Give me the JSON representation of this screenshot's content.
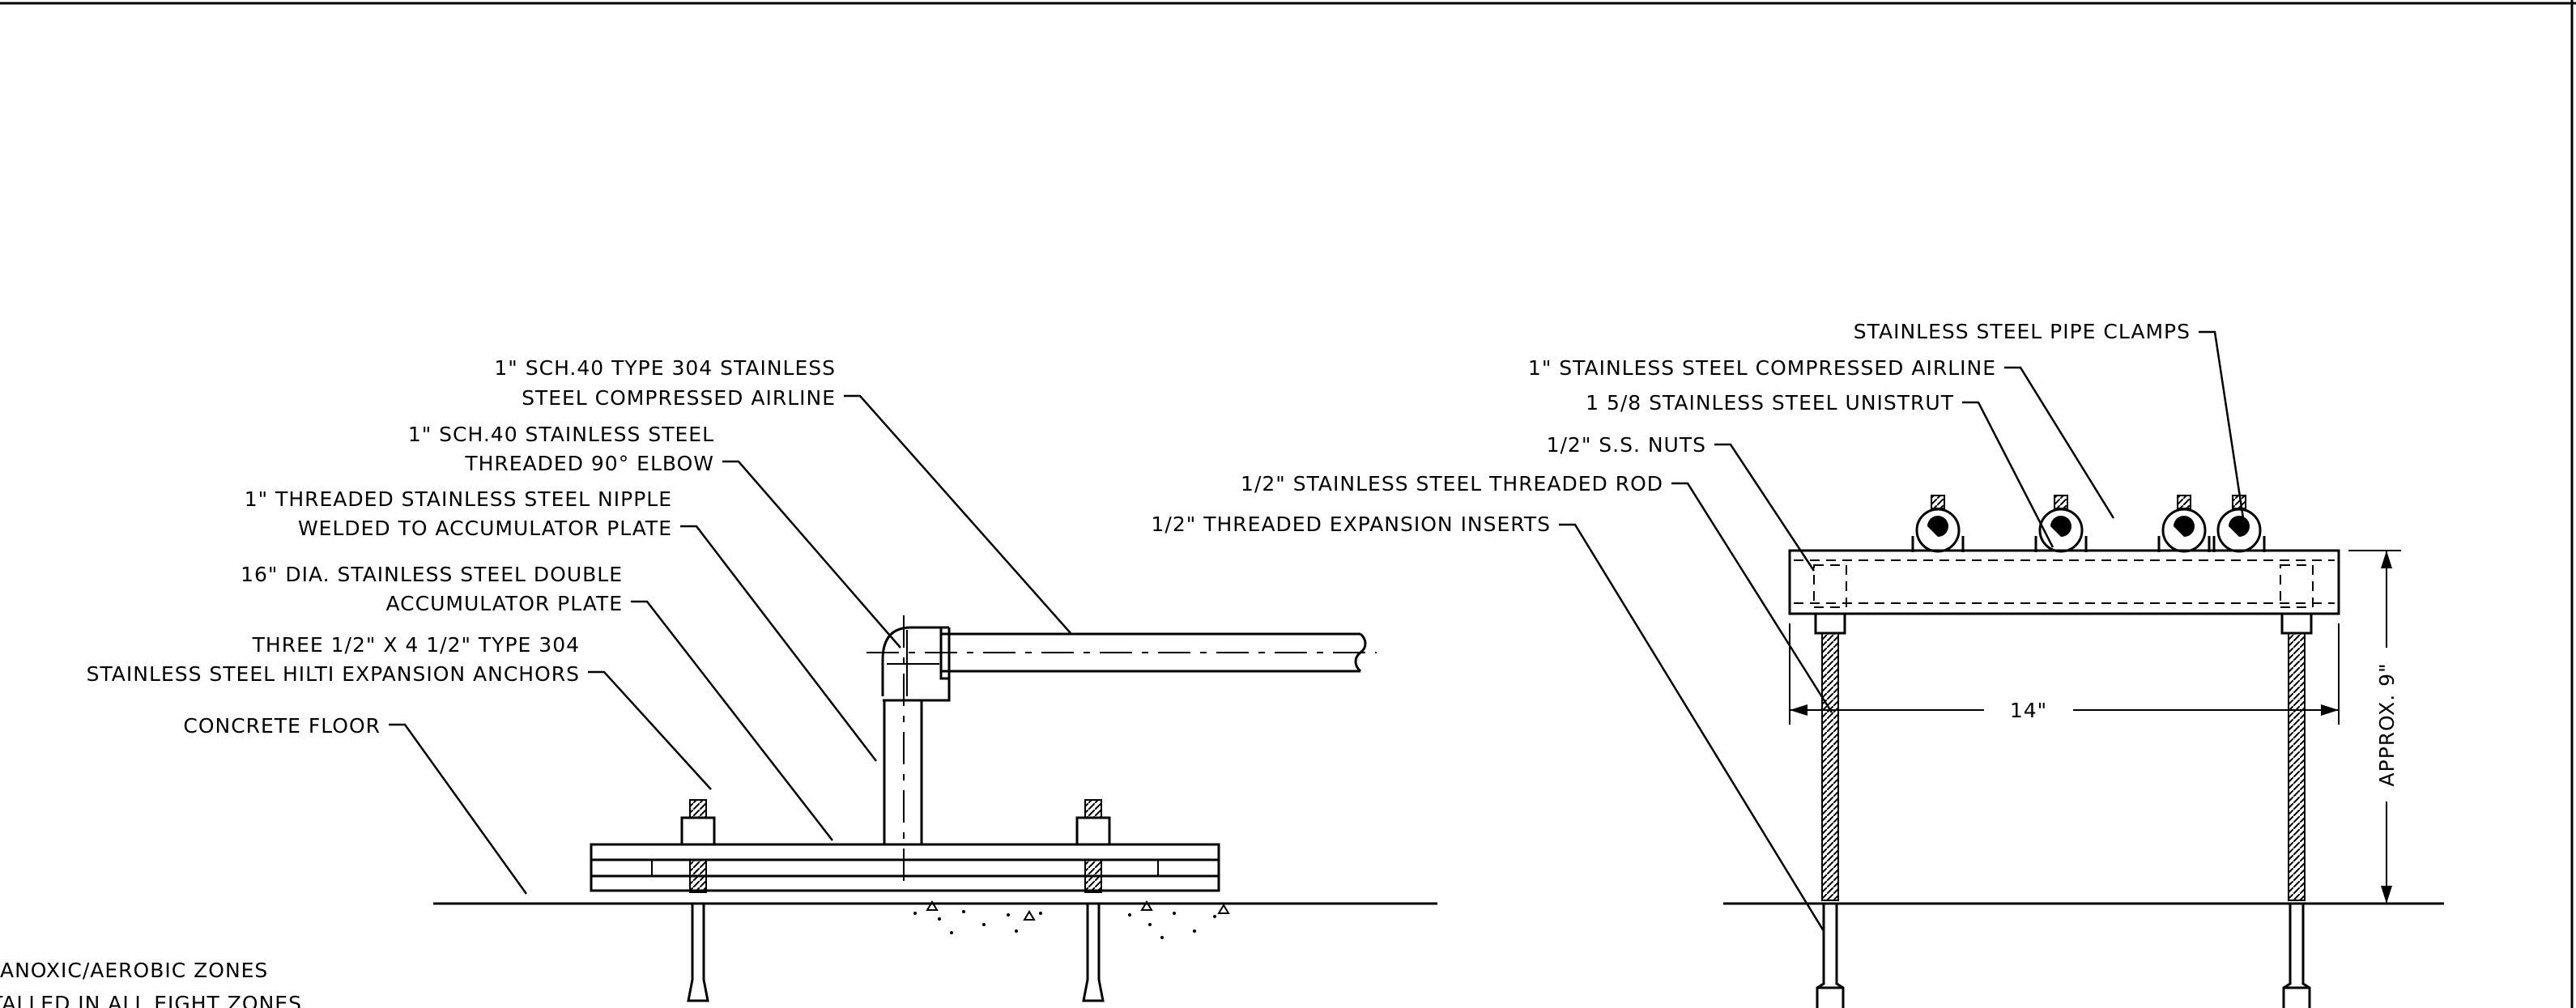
{
  "left_detail": {
    "callouts": [
      {
        "lines": [
          "1\" SCH.40 TYPE 304 STAINLESS",
          "STEEL COMPRESSED AIRLINE"
        ]
      },
      {
        "lines": [
          "1\" SCH.40 STAINLESS STEEL",
          "THREADED 90° ELBOW"
        ]
      },
      {
        "lines": [
          "1\" THREADED STAINLESS STEEL NIPPLE",
          "WELDED TO ACCUMULATOR PLATE"
        ]
      },
      {
        "lines": [
          "16\" DIA. STAINLESS STEEL DOUBLE",
          "ACCUMULATOR PLATE"
        ]
      },
      {
        "lines": [
          "THREE 1/2\" X 4 1/2\" TYPE 304",
          "STAINLESS STEEL HILTI EXPANSION ANCHORS"
        ]
      },
      {
        "lines": [
          "CONCRETE FLOOR"
        ]
      }
    ]
  },
  "right_detail": {
    "callouts": [
      {
        "text": "STAINLESS STEEL PIPE CLAMPS"
      },
      {
        "text": "1\" STAINLESS STEEL COMPRESSED AIRLINE"
      },
      {
        "text": "1 5/8 STAINLESS STEEL UNISTRUT"
      },
      {
        "text": "1/2\" S.S. NUTS"
      },
      {
        "text": "1/2\" STAINLESS STEEL THREADED ROD"
      },
      {
        "text": "1/2\" THREADED EXPANSION INSERTS"
      }
    ],
    "dimensions": {
      "width_label": "14\"",
      "height_label": "APPROX. 9\""
    }
  },
  "notes": {
    "line1": "ANOXIC/AEROBIC ZONES",
    "line2": "TALLED IN ALL EIGHT ZONES"
  }
}
